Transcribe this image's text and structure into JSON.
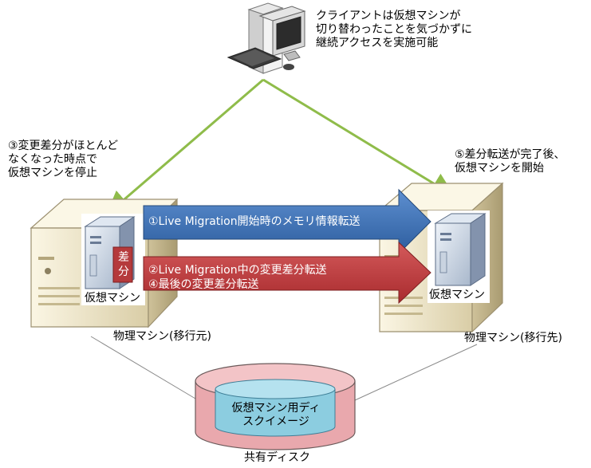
{
  "client": {
    "note_lines": [
      "クライアントは仮想マシンが",
      "切り替わったことを気づかずに",
      "継続アクセスを実施可能"
    ]
  },
  "source": {
    "note_lines": [
      "③変更差分がほとんど",
      "なくなった時点で",
      "仮想マシンを停止"
    ],
    "vm_label": "仮想マシン",
    "diff_badge": "差分",
    "host_label": "物理マシン(移行元)"
  },
  "destination": {
    "note_lines": [
      "⑤差分転送が完了後、",
      "仮想マシンを開始"
    ],
    "vm_label": "仮想マシン",
    "host_label": "物理マシン(移行先)"
  },
  "arrows": {
    "blue_label": "①Live Migration開始時のメモリ情報転送",
    "red_label_1": "②Live Migration中の変更差分転送",
    "red_label_2": "④最後の変更差分転送"
  },
  "storage": {
    "image_lines": [
      "仮想マシン用ディ",
      "スクイメージ"
    ],
    "disk_label": "共有ディスク"
  },
  "colors": {
    "green_line": "#8fbc4a",
    "blue_arrow": "#3f78bf",
    "red_arrow": "#c0393b",
    "disk_pink": "#eba8ac",
    "disk_inner": "#8ccde0",
    "server_beige": "#efe6c9"
  }
}
